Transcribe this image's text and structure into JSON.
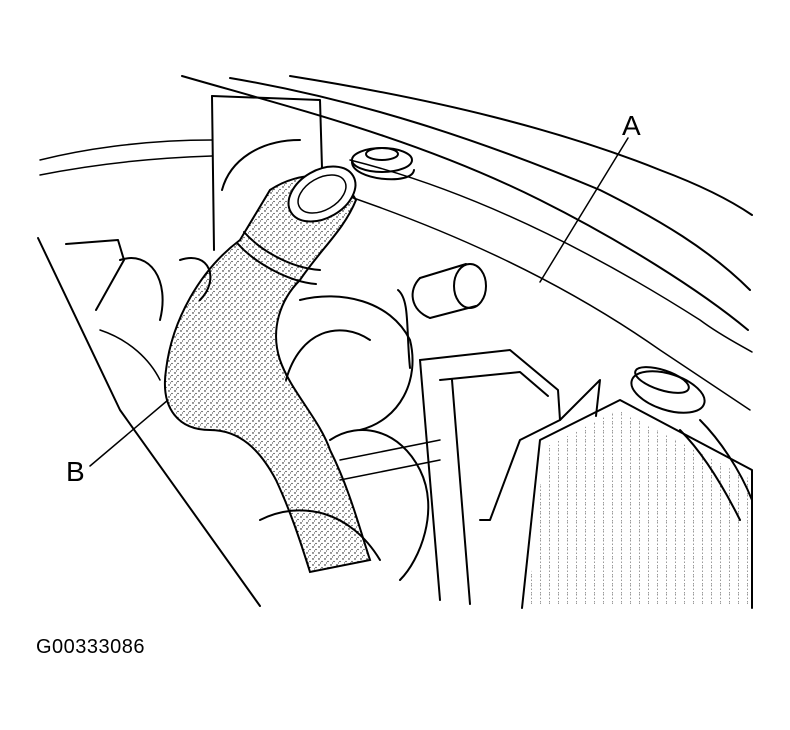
{
  "callouts": {
    "a": "A",
    "b": "B"
  },
  "figure_id": "G00333086",
  "colors": {
    "line": "#000000",
    "background": "#ffffff",
    "stipple": "#000000"
  }
}
